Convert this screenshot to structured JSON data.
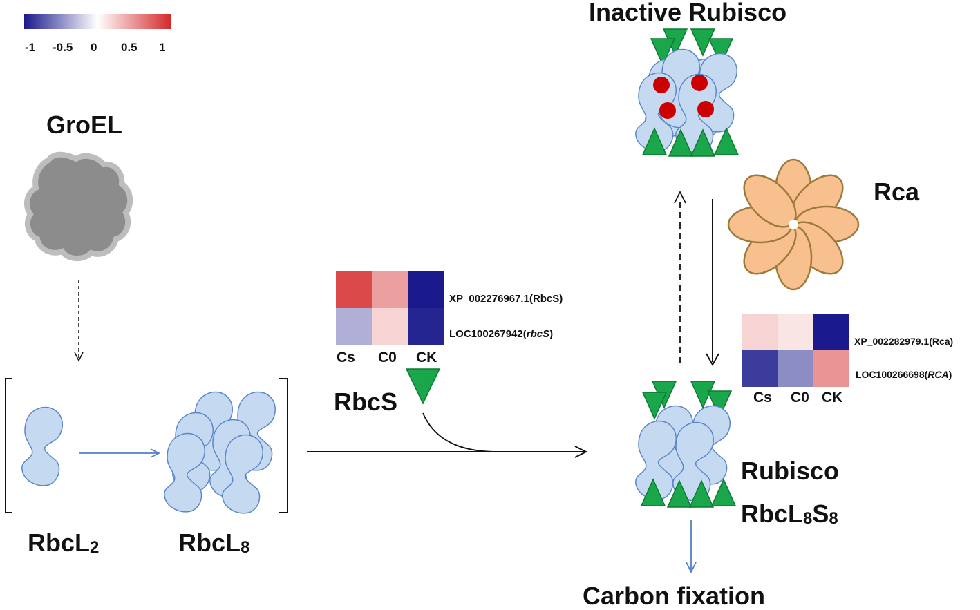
{
  "color_scale": {
    "ticks": [
      "-1",
      "-0.5",
      "0",
      "0.5",
      "1"
    ],
    "low_color": "#1a1a8c",
    "mid_color": "#ffffff",
    "high_color": "#d42a2a"
  },
  "labels": {
    "groel": "GroEL",
    "rbcl2_main": "RbcL",
    "rbcl2_sub": "2",
    "rbcl8_main": "RbcL",
    "rbcl8_sub": "8",
    "rbcs": "RbcS",
    "inactive_rubisco": "Inactive Rubisco",
    "rca": "Rca",
    "rubisco": "Rubisco",
    "rbcl8s8_a": "RbcL",
    "rbcl8s8_b": "8",
    "rbcl8s8_c": "S",
    "rbcl8s8_d": "8",
    "carbon_fixation": "Carbon fixation"
  },
  "heatmap_rbcs": {
    "columns": [
      "Cs",
      "C0",
      "CK"
    ],
    "rows": [
      {
        "gene": "XP_002276967.1(RbcS)",
        "values": [
          0.85,
          0.45,
          -1.0
        ]
      },
      {
        "gene_prefix": "LOC100267942(",
        "gene_italic": "rbcS",
        "gene_suffix": ")",
        "values": [
          -0.35,
          0.2,
          -0.95
        ]
      }
    ]
  },
  "heatmap_rca": {
    "columns": [
      "Cs",
      "C0",
      "CK"
    ],
    "rows": [
      {
        "gene": "XP_002282979.1(Rca)",
        "values": [
          0.2,
          0.12,
          -1.0
        ]
      },
      {
        "gene_prefix": "LOC100266698(",
        "gene_italic": "RCA",
        "gene_suffix": ")",
        "values": [
          -0.85,
          -0.5,
          0.5
        ]
      }
    ]
  },
  "colors": {
    "rbcl_fill": "#c5d9f1",
    "rbcl_stroke": "#5b87c9",
    "rbcs_green": "#1aa64a",
    "groel_fill": "#8c8c8c",
    "groel_edge": "#bdbdbd",
    "rca_fill": "#f8c08f",
    "rca_stroke": "#9b7a3a",
    "red_dot": "#cc0000",
    "blue_arrow": "#4f7fc4"
  }
}
